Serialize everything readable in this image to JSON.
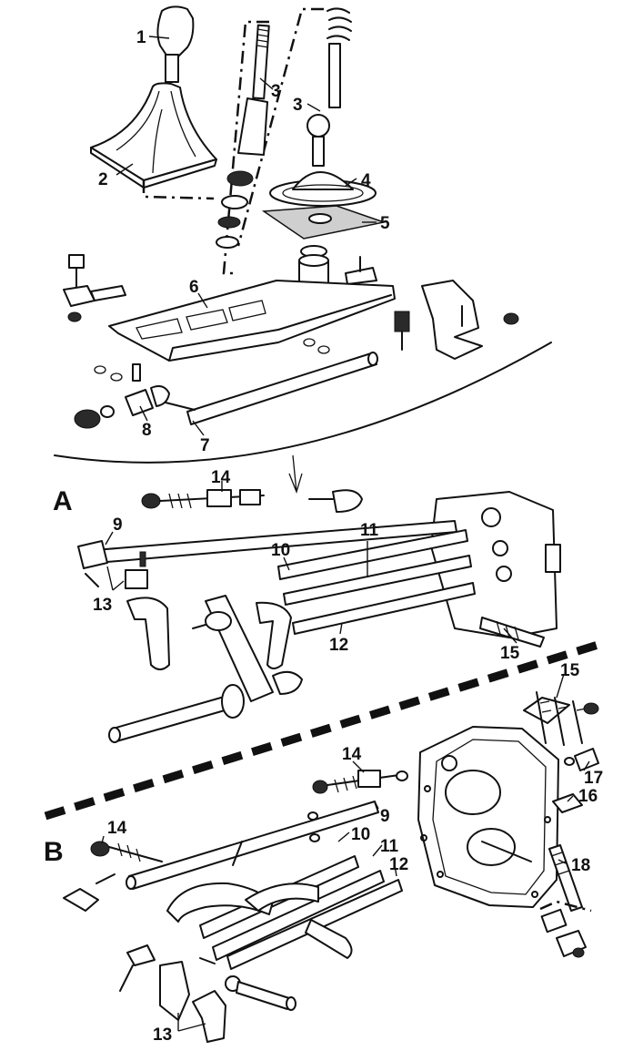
{
  "figure": {
    "callouts": {
      "c1": "1",
      "c2": "2",
      "c3a": "3",
      "c3b": "3",
      "c4": "4",
      "c5": "5",
      "c6": "6",
      "c7": "7",
      "c8": "8",
      "c9a": "9",
      "c9b": "9",
      "c10a": "10",
      "c10b": "10",
      "c11a": "11",
      "c11b": "11",
      "c12a": "12",
      "c12b": "12",
      "c13a": "13",
      "c13b": "13",
      "c14a": "14",
      "c14b": "14",
      "c14c": "14",
      "c15a": "15",
      "c15b": "15",
      "c16": "16",
      "c17": "17",
      "c18": "18"
    },
    "sections": {
      "a": "A",
      "b": "B"
    },
    "colors": {
      "ink": "#111111",
      "paper": "#ffffff"
    }
  }
}
